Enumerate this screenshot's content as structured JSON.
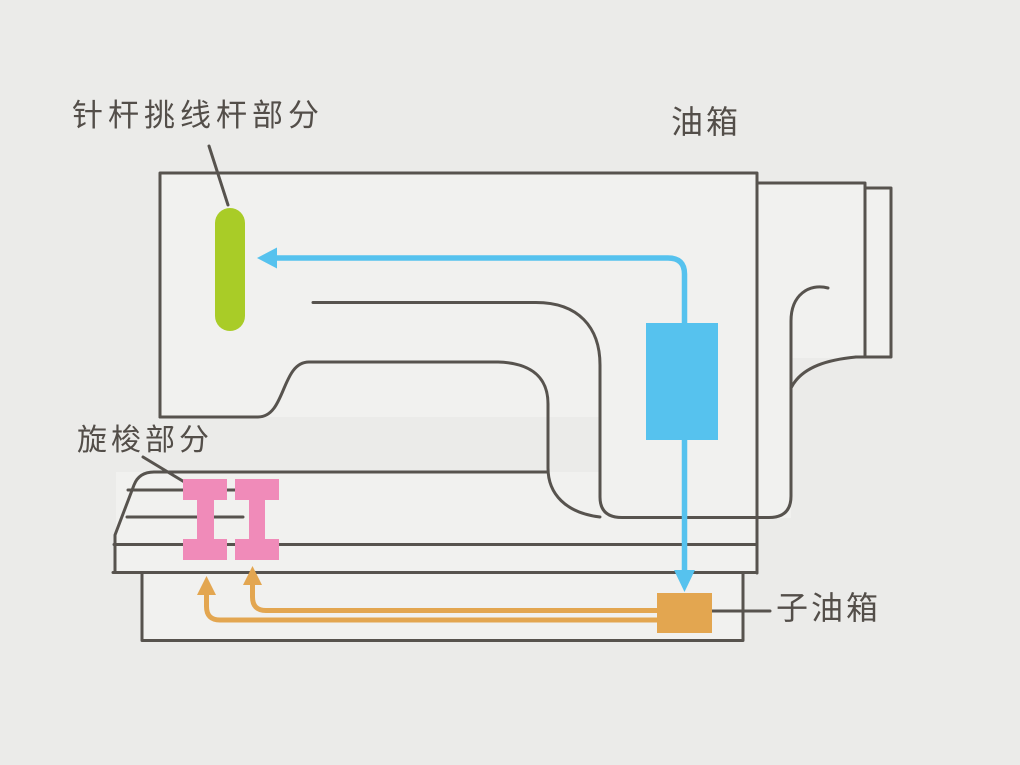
{
  "diagram": {
    "labels": {
      "needle_bar": "针杆挑线杆部分",
      "oil_tank": "油箱",
      "hook": "旋梭部分",
      "sub_oil_tank": "子油箱"
    },
    "colors": {
      "background": "#ebebe9",
      "machine_fill": "#f1f1ef",
      "outline": "#57534e",
      "label_text": "#534e49",
      "oil_supply_blue": "#56c2ee",
      "needle_bar_green": "#a9cc27",
      "hook_pink": "#f08bb9",
      "return_orange": "#e3a650"
    }
  }
}
